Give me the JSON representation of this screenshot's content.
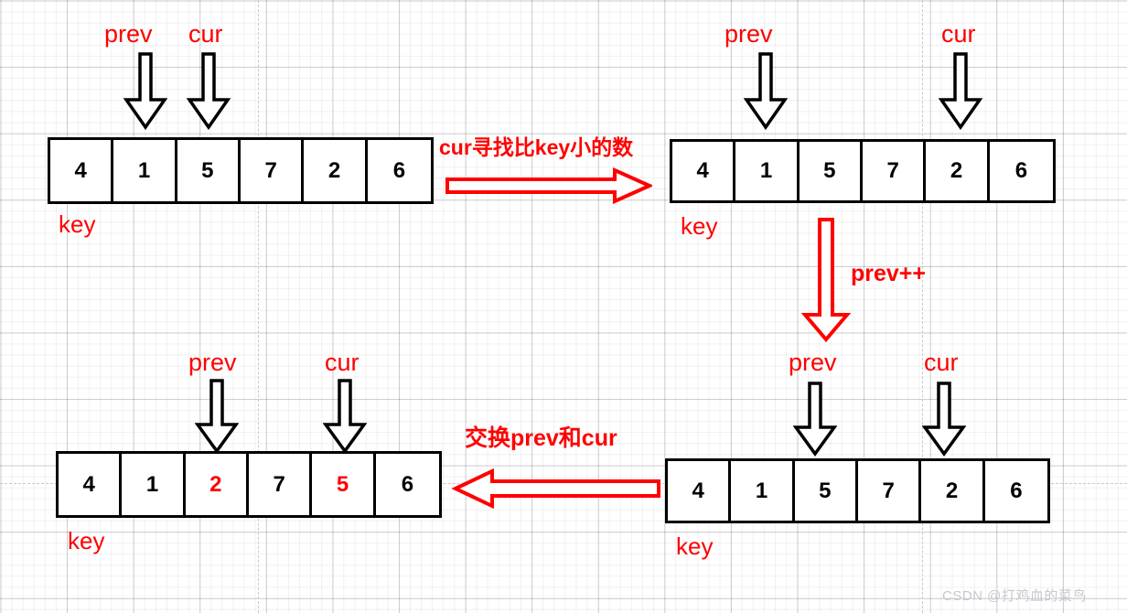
{
  "diagram": {
    "title": "Hoare/Lomuto partition prev-cur pointer walkthrough",
    "watermark": "CSDN @打鸡血的菜鸟",
    "colors": {
      "accent": "#ff0000",
      "box_border": "#000000",
      "grid_minor": "#f0f0f0",
      "grid_major": "#d6d6d6",
      "watermark": "#c4c8cf"
    },
    "labels": {
      "prev": "prev",
      "cur": "cur",
      "key": "key"
    },
    "steps": {
      "step1_text": "cur寻找比key小的数",
      "step2_text": "prev++",
      "step3_text": "交换prev和cur"
    },
    "panels": [
      {
        "id": "top-left",
        "values": [
          "4",
          "1",
          "5",
          "7",
          "2",
          "6"
        ],
        "highlight": [
          false,
          false,
          false,
          false,
          false,
          false
        ],
        "prev_index": 1,
        "cur_index": 2,
        "key_index": 0
      },
      {
        "id": "top-right",
        "values": [
          "4",
          "1",
          "5",
          "7",
          "2",
          "6"
        ],
        "highlight": [
          false,
          false,
          false,
          false,
          false,
          false
        ],
        "prev_index": 1,
        "cur_index": 4,
        "key_index": 0
      },
      {
        "id": "bottom-right",
        "values": [
          "4",
          "1",
          "5",
          "7",
          "2",
          "6"
        ],
        "highlight": [
          false,
          false,
          false,
          false,
          false,
          false
        ],
        "prev_index": 2,
        "cur_index": 4,
        "key_index": 0
      },
      {
        "id": "bottom-left",
        "values": [
          "4",
          "1",
          "2",
          "7",
          "5",
          "6"
        ],
        "highlight": [
          false,
          false,
          true,
          false,
          true,
          false
        ],
        "prev_index": 2,
        "cur_index": 4,
        "key_index": 0
      }
    ]
  }
}
